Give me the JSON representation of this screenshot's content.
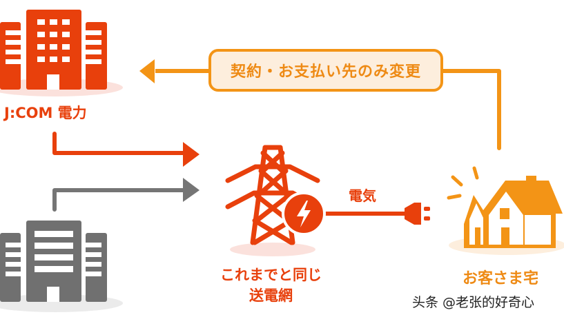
{
  "diagram": {
    "provider_new": {
      "label": "J:COM 電力",
      "icon": "building-icon",
      "color": "#e8400c"
    },
    "provider_old": {
      "label": "",
      "icon": "building-icon",
      "color": "#707070"
    },
    "change_box": {
      "label": "契約・お支払い先のみ変更",
      "color": "#f39416",
      "fill": "#fdeedd"
    },
    "grid": {
      "line1": "これまでと同じ",
      "line2": "送電網",
      "icon": "power-tower-icon",
      "bolt_icon": "lightning-bolt-icon",
      "color": "#e8400c"
    },
    "electricity": {
      "label": "電気",
      "icon": "power-plug-icon"
    },
    "home": {
      "label": "お客さま宅",
      "icon": "house-icon",
      "color": "#f39416"
    }
  },
  "watermark": {
    "text": "头条 @老张的好奇心"
  }
}
